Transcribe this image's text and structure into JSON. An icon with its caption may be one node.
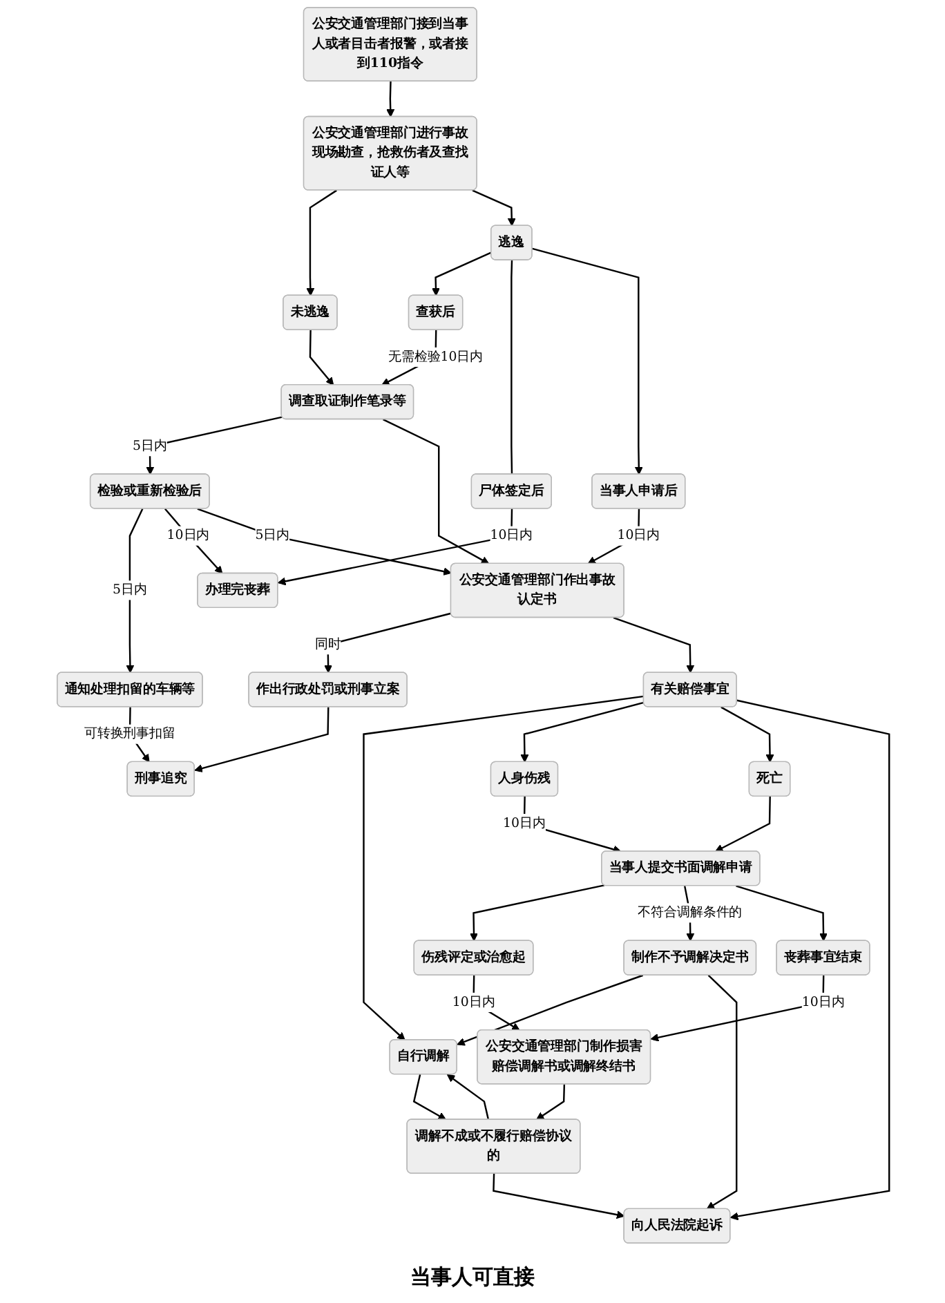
{
  "diagram": {
    "nodes": [
      {
        "text": [
          "公安交通管理部门接到当事人或者目击者报警，或者接到110指令"
        ]
      },
      {
        "text": [
          "公安交通管理部门进行事故现场勘查，抢救伤者及查找证人等"
        ]
      },
      {
        "text": [
          "未逃逸"
        ]
      },
      {
        "text": [
          "逃逸"
        ]
      },
      {
        "text": [
          "调查取证制作笔录等"
        ]
      },
      {
        "text": [
          "查获后"
        ]
      },
      {
        "text": [
          "当事人申请后"
        ]
      },
      {
        "text": [
          "尸体签定后"
        ]
      },
      {
        "text": [
          "通知处理扣留的车辆等"
        ]
      },
      {
        "text": [
          "检验或重新检验后"
        ]
      },
      {
        "text": [
          "办理完丧葬"
        ]
      },
      {
        "text": [
          "公安交通管理部门作出事故认定书"
        ]
      },
      {
        "text": [
          "作出行政处罚或刑事立案"
        ]
      },
      {
        "text": [
          "有关赔偿事宜"
        ]
      },
      {
        "text": [
          "刑事追究"
        ]
      },
      {
        "text": [
          "人身伤残"
        ]
      },
      {
        "text": [
          "死亡"
        ]
      },
      {
        "text": [
          "自行调解"
        ]
      },
      {
        "text": [
          "当事人提交书面调解申请"
        ]
      },
      {
        "text": [
          "伤残评定或治愈起"
        ]
      },
      {
        "text": [
          "丧葬事宜结束"
        ]
      },
      {
        "text": [
          "向人民法院起诉"
        ]
      },
      {
        "text": [
          "制作不予调解决定书"
        ]
      },
      {
        "text": [
          "公安交通管理部门制作损害赔偿调解书或调解终结书"
        ]
      },
      {
        "text": [
          "调解不成或不履行赔偿协议的"
        ]
      }
    ],
    "edges": [
      {
        "from": 0,
        "to": 1,
        "arrow": "to"
      },
      {
        "from": 1,
        "to": 2,
        "arrow": "to"
      },
      {
        "from": 1,
        "to": 3,
        "arrow": "to"
      },
      {
        "from": 2,
        "to": 4,
        "arrow": "to"
      },
      {
        "from": 3,
        "to": 5,
        "arrow": "to"
      },
      {
        "from": 3,
        "to": 7,
        "arrow": "none"
      },
      {
        "from": 3,
        "to": 6,
        "arrow": "to"
      },
      {
        "from": 5,
        "to": 4,
        "arrow": "to",
        "label": "无需检验10日内"
      },
      {
        "from": 4,
        "to": 9,
        "arrow": "to",
        "label": "5日内"
      },
      {
        "from": 4,
        "to": 11,
        "arrow": "to"
      },
      {
        "from": 8,
        "to": 14,
        "arrow": "to",
        "label": "可转换刑事扣留"
      },
      {
        "from": 9,
        "to": 8,
        "arrow": "to",
        "label": "5日内"
      },
      {
        "from": 9,
        "to": 10,
        "arrow": "to",
        "label": "10日内"
      },
      {
        "from": 9,
        "to": 11,
        "arrow": "to",
        "label": "5日内"
      },
      {
        "from": 7,
        "to": 10,
        "arrow": "to",
        "label": "10日内"
      },
      {
        "from": 6,
        "to": 11,
        "arrow": "to",
        "label": "10日内"
      },
      {
        "from": 11,
        "to": 12,
        "arrow": "to",
        "label": "同时"
      },
      {
        "from": 11,
        "to": 13,
        "arrow": "to"
      },
      {
        "from": 12,
        "to": 14,
        "arrow": "to"
      },
      {
        "from": 13,
        "to": 17,
        "arrow": "to"
      },
      {
        "from": 13,
        "to": 15,
        "arrow": "to"
      },
      {
        "from": 13,
        "to": 16,
        "arrow": "to"
      },
      {
        "from": 13,
        "to": 21,
        "arrow": "to"
      },
      {
        "from": 15,
        "to": 18,
        "arrow": "to",
        "label": "10日内"
      },
      {
        "from": 16,
        "to": 18,
        "arrow": "to"
      },
      {
        "from": 18,
        "to": 19,
        "arrow": "to"
      },
      {
        "from": 18,
        "to": 22,
        "arrow": "to",
        "label": "不符合调解条件的"
      },
      {
        "from": 18,
        "to": 20,
        "arrow": "to"
      },
      {
        "from": 19,
        "to": 23,
        "arrow": "to",
        "label": "10日内"
      },
      {
        "from": 20,
        "to": 23,
        "arrow": "to",
        "label": "10日内"
      },
      {
        "from": 17,
        "to": 24,
        "arrow": "to"
      },
      {
        "from": 23,
        "to": 24,
        "arrow": "to"
      },
      {
        "from": 22,
        "to": 17,
        "arrow": "to"
      },
      {
        "from": 22,
        "to": 21,
        "arrow": "to"
      },
      {
        "from": 24,
        "to": 17,
        "arrow": "to"
      },
      {
        "from": 24,
        "to": 21,
        "arrow": "to"
      }
    ],
    "labels": [
      "当事人可直接"
    ]
  }
}
